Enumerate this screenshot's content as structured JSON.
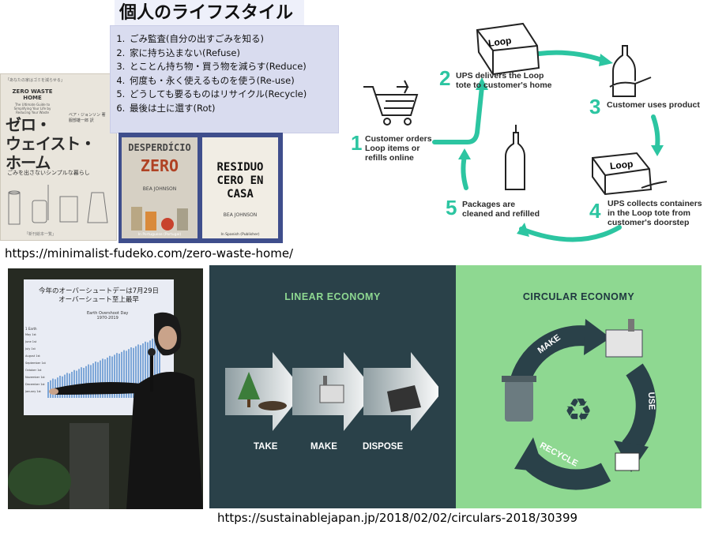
{
  "book": {
    "top_note": "「あなたの家はゴミを減らせる」",
    "en_title": "ZERO WASTE HOME",
    "en_subtitle": "The Ultimate Guide to Simplifying Your Life by Reducing Your Waste",
    "jp_title_1": "ゼロ・",
    "jp_title_2": "ウェイスト・",
    "jp_title_3": "ホーム",
    "jp_subtitle": "ごみを出さないシンプルな暮らし",
    "author": "ベア・ジョンソン 著",
    "translator": "服部雄一郎 訳",
    "footer": "「新刊絵本一覧」"
  },
  "slide": {
    "title": "個人のライフスタイル変革",
    "items": [
      "ごみ監査(自分の出すごみを知る)",
      "家に持ち込まない(Refuse)",
      "とことん持ち物・買う物を減らす(Reduce)",
      "何度も・永く使えるものを使う(Re-use)",
      "どうしても要るものはリサイクル(Recycle)",
      "最後は土に還す(Rot)"
    ]
  },
  "books2": {
    "left_title_1": "DESPERDÍCIO",
    "left_title_2": "ZERO",
    "left_author": "BEA JOHNSON",
    "left_caption": "In Portuguese (Portugal)",
    "right_title": "RESIDUO CERO EN CASA",
    "right_author": "BEA JOHNSON",
    "right_caption": "In Spanish (Publisher)"
  },
  "urls": {
    "top": "https://minimalist-fudeko.com/zero-waste-home/",
    "bottom": "https://sustainablejapan.jp/2018/02/02/circulars-2018/30399"
  },
  "loop": {
    "brand": "Loop",
    "steps": [
      {
        "num": "1",
        "text_1": "Customer orders",
        "text_2": "Loop items or",
        "text_3": "refills online"
      },
      {
        "num": "2",
        "text_1": "UPS delivers the Loop",
        "text_2": "tote to customer's home",
        "text_3": ""
      },
      {
        "num": "3",
        "text_1": "Customer uses product",
        "text_2": "",
        "text_3": ""
      },
      {
        "num": "4",
        "text_1": "UPS collects containers",
        "text_2": "in the Loop tote from",
        "text_3": "customer's doorstep"
      },
      {
        "num": "5",
        "text_1": "Packages are",
        "text_2": "cleaned and refilled",
        "text_3": ""
      }
    ],
    "accent": "#2cc5a1"
  },
  "photo": {
    "screen_title_1": "今年のオーバーシュートデーは7月29日",
    "screen_title_2": "オーバーシュート至上最早",
    "chart_title": "Earth Overshoot Day",
    "chart_years": "1970-2019",
    "legend": "1 Earth",
    "months": [
      "May 1st",
      "June 1st",
      "July 1st",
      "August 1st",
      "September 1st",
      "October 1st",
      "November 1st",
      "December 1st",
      "January 1st"
    ]
  },
  "economy": {
    "linear_title": "LINEAR ECONOMY",
    "circular_title": "CIRCULAR ECONOMY",
    "linear_steps": [
      "TAKE",
      "MAKE",
      "DISPOSE"
    ],
    "circular_steps": [
      "MAKE",
      "USE",
      "RECYCLE"
    ],
    "linear_bg": "#2a4149",
    "circular_bg": "#8ed891"
  }
}
